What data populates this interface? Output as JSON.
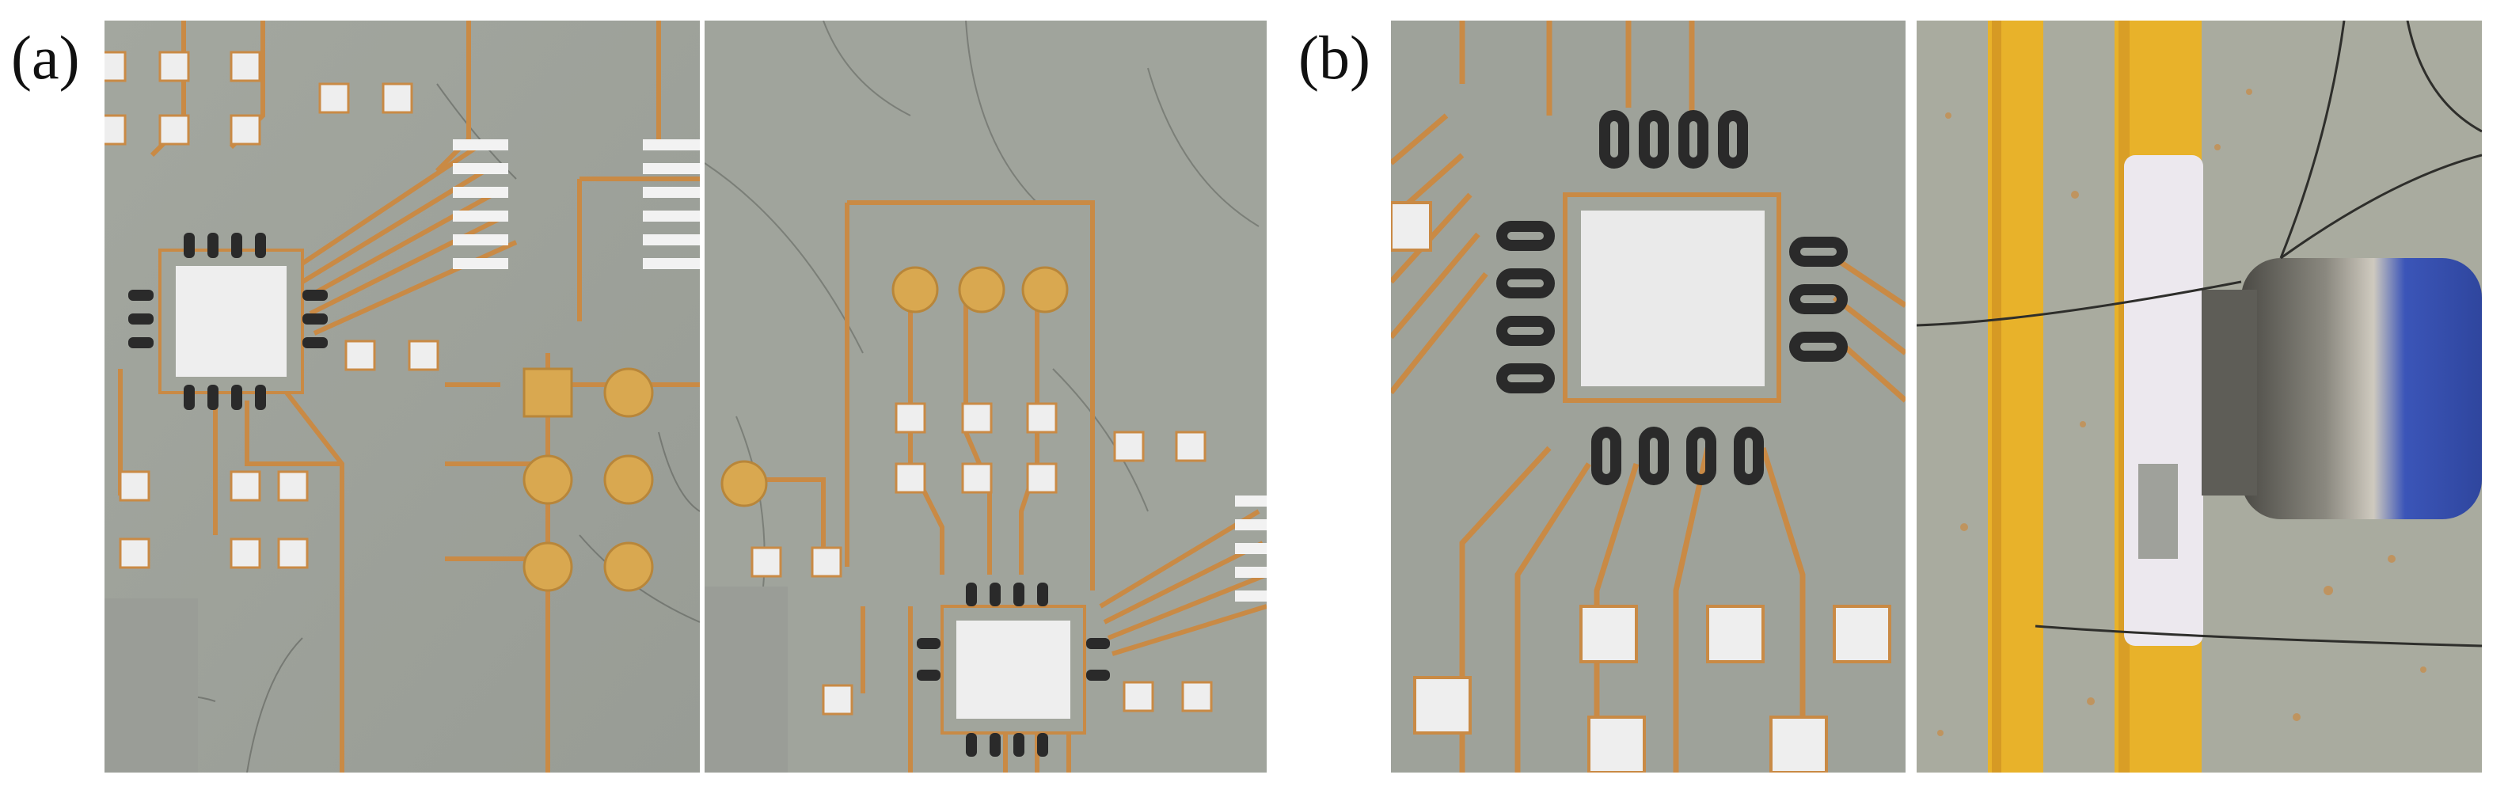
{
  "figure": {
    "label_a": "(a)",
    "label_b": "(b)"
  },
  "colors": {
    "substrate": "#9fa49d",
    "trace_copper": "#c98a45",
    "gold_pad": "#d9a850",
    "solder_pad": "#eeeeee",
    "dark_solder": "#2a2a2a",
    "yellow_trace": "#e8b22a",
    "blue_component": "#3b55b8"
  },
  "panels": [
    {
      "id": "a-left",
      "icon": "pcb-photo-icon"
    },
    {
      "id": "a-right",
      "icon": "pcb-photo-icon"
    },
    {
      "id": "b-left",
      "icon": "pcb-closeup-photo-icon"
    },
    {
      "id": "b-right",
      "icon": "solder-joint-micrograph-icon"
    }
  ]
}
